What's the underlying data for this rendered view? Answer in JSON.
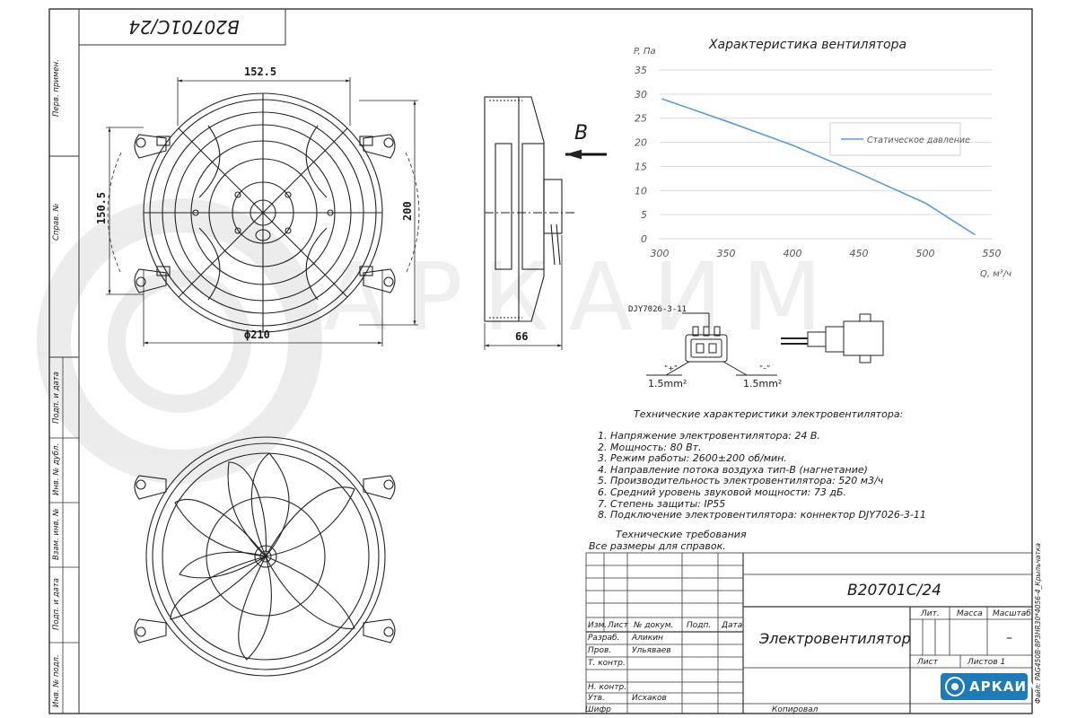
{
  "top_stamp": "B20701C/24",
  "watermark": "АРКАИМ",
  "side_labels": [
    "Перв. примен.",
    "Справ. №",
    "Подп. и дата",
    "Инв. № дубл.",
    "Взам. инв. №",
    "Подп. и дата",
    "Инв. № подл."
  ],
  "dimensions": {
    "width_top": "152.5",
    "height_left": "150.5",
    "height_right": "200",
    "diameter": "ϕ210",
    "depth": "66"
  },
  "flow_label": "B",
  "connector": {
    "model": "DJY7026-3-11",
    "plus": "“+”",
    "minus": "“–”",
    "wire_left": "1.5mm²",
    "wire_right": "1.5mm²"
  },
  "chart_data": {
    "type": "line",
    "title": "Характеристика вентилятора",
    "ylabel": "P, Па",
    "xlabel": "Q, м³/ч",
    "xlim": [
      300,
      550
    ],
    "ylim": [
      0,
      35
    ],
    "x_ticks": [
      300,
      350,
      400,
      450,
      500,
      550
    ],
    "y_ticks": [
      0,
      5,
      10,
      15,
      20,
      25,
      30,
      35
    ],
    "grid": "horizontal",
    "legend_position": "top-right",
    "series": [
      {
        "name": "Статическое давление",
        "color": "#5b9bd5",
        "x": [
          302,
          350,
          400,
          450,
          500,
          537
        ],
        "y": [
          29,
          24.4,
          19.4,
          13.6,
          7.4,
          0.9
        ]
      }
    ]
  },
  "specs": {
    "title": "Технические характеристики электровентилятора:",
    "items": [
      "1. Напряжение электровентилятора: 24 В.",
      "2. Мощность: 80 Вт.",
      "3. Режим работы: 2600±200 об/мин.",
      "4. Направление потока воздуха тип-B (нагнетание)",
      "5. Производительность электровентилятора: 520 м3/ч",
      "6. Средний уровень звуковой мощности: 73 дБ.",
      "7. Степень защиты: IP55",
      "8. Подключение электровентилятора: коннектор DJY7026-3-11"
    ],
    "req_title": "Технические требования",
    "req_text": "Все размеры для справок."
  },
  "title_block": {
    "designation": "B20701C/24",
    "name": "Электровентилятор",
    "hdr": {
      "izm": "Изм.",
      "list": "Лист",
      "doc": "№ докум.",
      "podp": "Подп.",
      "data": "Дата"
    },
    "rows": [
      {
        "role": "Разраб.",
        "person": "Аликин"
      },
      {
        "role": "Пров.",
        "person": "Ульяваев"
      },
      {
        "role": "Т. контр.",
        "person": ""
      },
      {
        "role": "Н. контр.",
        "person": ""
      },
      {
        "role": "Утв.",
        "person": "Исхаков"
      }
    ],
    "lit": "Лит.",
    "mass": "Масса",
    "scale": "Масштаб",
    "scale_value": "–",
    "sheet": "Лист",
    "sheets": "Листов 1",
    "company": "АРКАИМ",
    "copied": "Копировал",
    "shifr": "Шифр",
    "file": "Файл: PAG450B-8Р3НR30*4056-4_Крыльчатка"
  }
}
